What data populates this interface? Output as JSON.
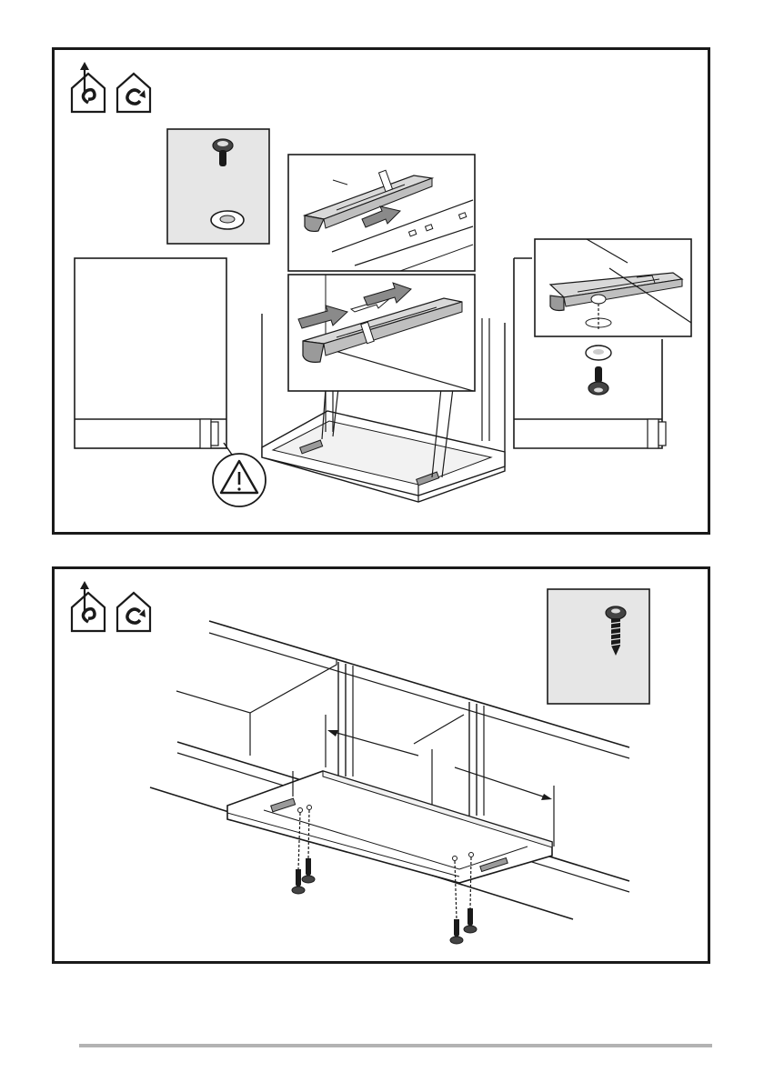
{
  "panel_1": {
    "mode_icons": [
      "extraction-mode-icon",
      "recirculation-mode-icon"
    ],
    "parts_inset": [
      "bracket-screw-icon",
      "washer-icon"
    ],
    "steps": [
      "slide-bracket-detail",
      "adjust-bracket-detail",
      "screw-bracket-detail"
    ],
    "warning": "warning-triangle-icon",
    "colors": {
      "stroke": "#1a1a1a",
      "part_fill": "#d9d9d9",
      "part_shadow": "#9a9a9a",
      "arrow_fill": "#8a8a8a",
      "inset_fill": "#e6e6e6"
    }
  },
  "panel_2": {
    "mode_icons": [
      "extraction-mode-icon",
      "recirculation-mode-icon"
    ],
    "parts_inset": [
      "wood-screw-icon"
    ],
    "screw_count": 4
  },
  "footer": {
    "rule_color": "#b3b3b3"
  }
}
